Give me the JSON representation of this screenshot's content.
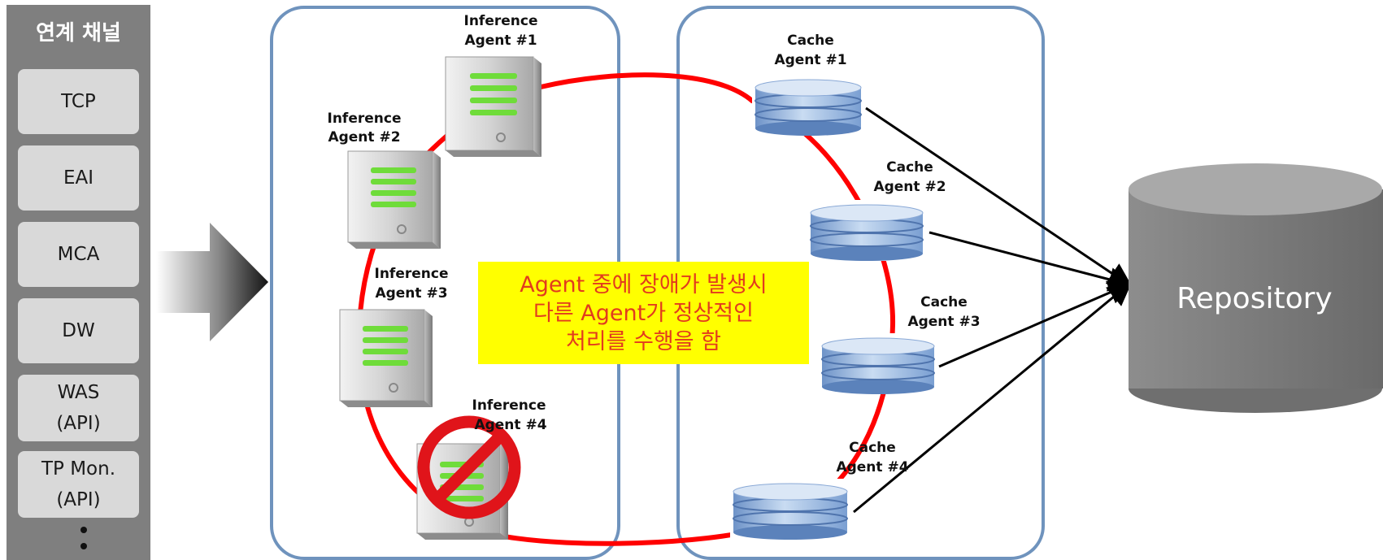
{
  "sidebar": {
    "title": "연계 채널",
    "channels": [
      "TCP",
      "EAI",
      "MCA",
      "DW",
      "WAS\n(API)",
      "TP Mon.\n(API)"
    ]
  },
  "inference_agents": [
    {
      "label_line1": "Inference",
      "label_line2": "Agent #1",
      "failed": false
    },
    {
      "label_line1": "Inference",
      "label_line2": "Agent #2",
      "failed": false
    },
    {
      "label_line1": "Inference",
      "label_line2": "Agent #3",
      "failed": false
    },
    {
      "label_line1": "Inference",
      "label_line2": "Agent #4",
      "failed": true
    }
  ],
  "cache_agents": [
    {
      "label_line1": "Cache",
      "label_line2": "Agent #1"
    },
    {
      "label_line1": "Cache",
      "label_line2": "Agent #2"
    },
    {
      "label_line1": "Cache",
      "label_line2": "Agent #3"
    },
    {
      "label_line1": "Cache",
      "label_line2": "Agent #4"
    }
  ],
  "callout": {
    "line1": "Agent 중에 장애가 발생시",
    "line2": "다른 Agent가 정상적인",
    "line3": "처리를 수행을 함"
  },
  "repository": {
    "label": "Repository"
  },
  "colors": {
    "ring": "#ff0000",
    "container_border": "#6f93bd",
    "sidebar_bg": "#7f7f7f",
    "channel_bg": "#d9d9d9",
    "callout_bg": "#ffff00",
    "callout_text": "#e23b1e",
    "repository": "#808080",
    "server_light": "#6fdc3a",
    "prohibited": "#e0141a"
  }
}
